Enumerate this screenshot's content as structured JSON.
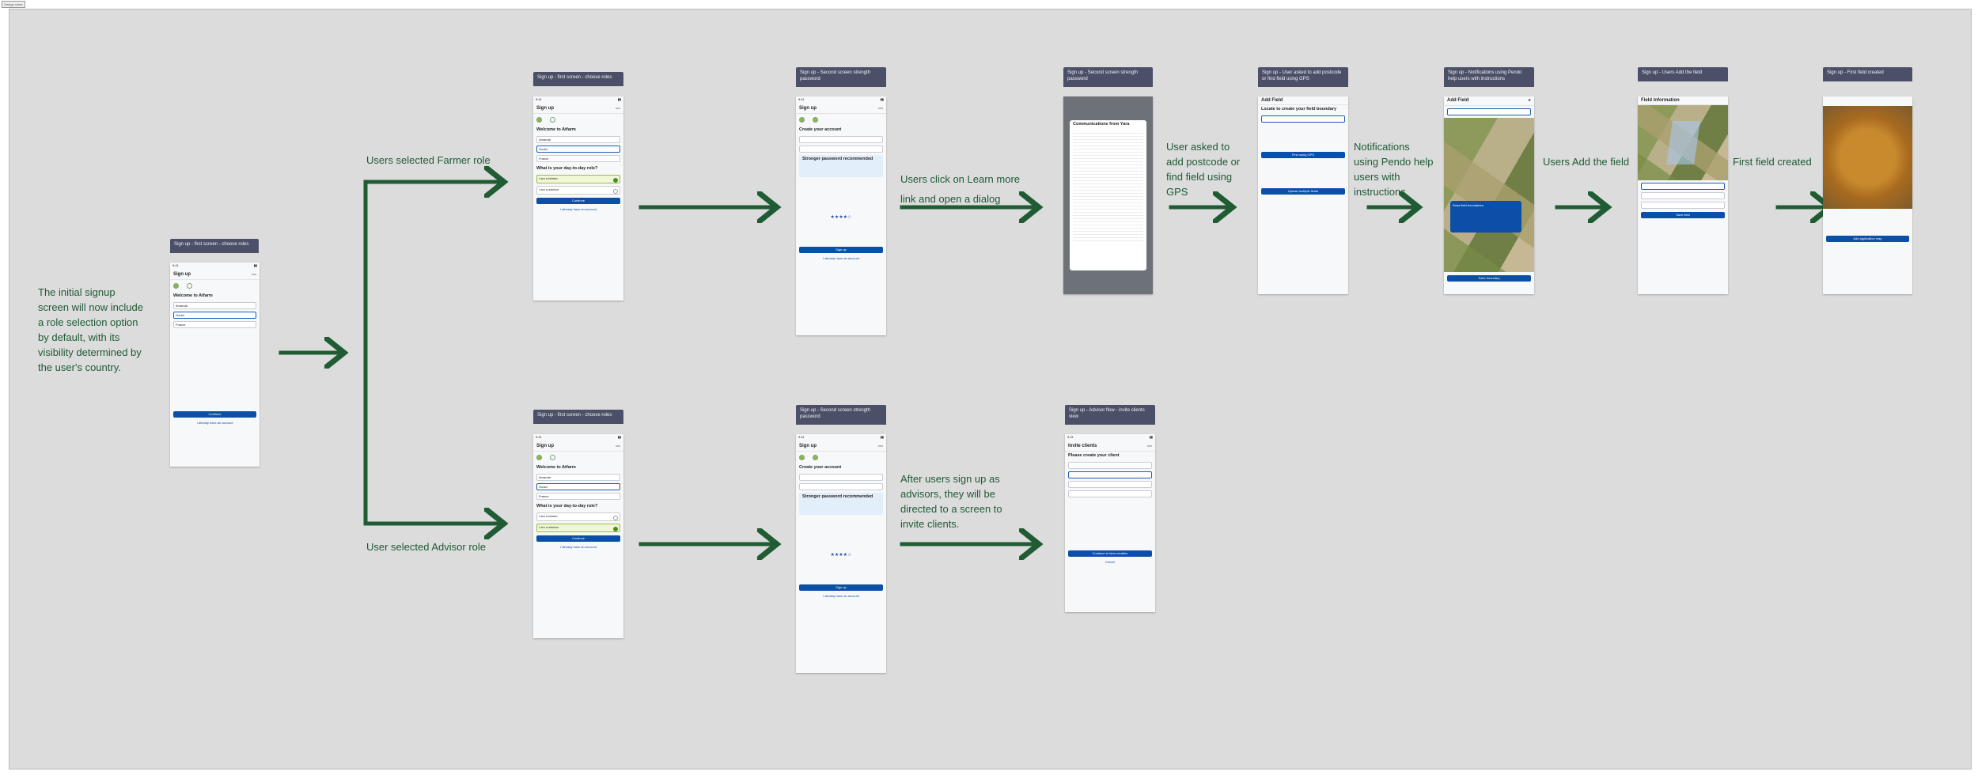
{
  "corner_tag": "Design notes",
  "notes": {
    "intro": "The initial signup screen will now include a role selection option by default, with its visibility determined by the user's country.",
    "farmer_role": "Users selected Farmer role",
    "advisor_role": "User selected Advisor role",
    "learn_more": "Users click on Learn more link and open a dialog",
    "postcode": "User asked to add postcode or find field using GPS",
    "pendo": "Notifications using Pendo help users with instructions",
    "add_field": "Users Add the field",
    "first_field": "First field created",
    "advisors": "After users sign up as advisors, they will be directed to a screen to invite clients."
  },
  "labels": {
    "s1": "Sign up - first screen - choose roles",
    "s2": "Sign up - first screen - choose roles",
    "s3": "Sign up - Second screen strength password",
    "s4": "Sign up - Second screen strength password",
    "s5": "Sign up - User asked to add postcode or find field using GPS",
    "s6": "Sign up - Notifications using Pendo help users with instructions",
    "s7": "Sign up - Users Add the field",
    "s8": "Sign up - First field created",
    "s9": "Sign up - first screen - choose roles",
    "s10": "Sign up - Second screen strength password",
    "s11": "Sign up - Advisor flow - invite clients view"
  },
  "screens": {
    "status_time": "9:41",
    "signup_title": "Sign up",
    "welcome": "Welcome to Atfarm",
    "first_name_value": "Amanda",
    "last_name_value": "Gould",
    "country_value": "France",
    "role_question": "What is your day-to-day role?",
    "farmer_option": "I am a farmer",
    "advisor_option": "I am a advisor",
    "continue": "Continue",
    "have_account": "I already have an account",
    "create_account": "Create your account",
    "password_hint": "Stronger password recommended",
    "sign_up_button": "Sign up",
    "rating": "★★★★☆",
    "dialog_title": "Communications from Yara",
    "add_field_title": "Add Field",
    "locate_text": "Locate to create your field boundary",
    "find_gps": "Find using GPS",
    "upload_fields": "Upload multiple fields",
    "field_info_title": "Field Information",
    "save_field": "Save field",
    "add_application_map": "Add application map",
    "draw_boundaries": "Draw field boundaries",
    "save_boundary": "Save boundary",
    "invite_clients": "Invite clients",
    "create_client": "Please create your client",
    "continue_farm": "Continue to farm creation",
    "cancel": "Cancel"
  }
}
